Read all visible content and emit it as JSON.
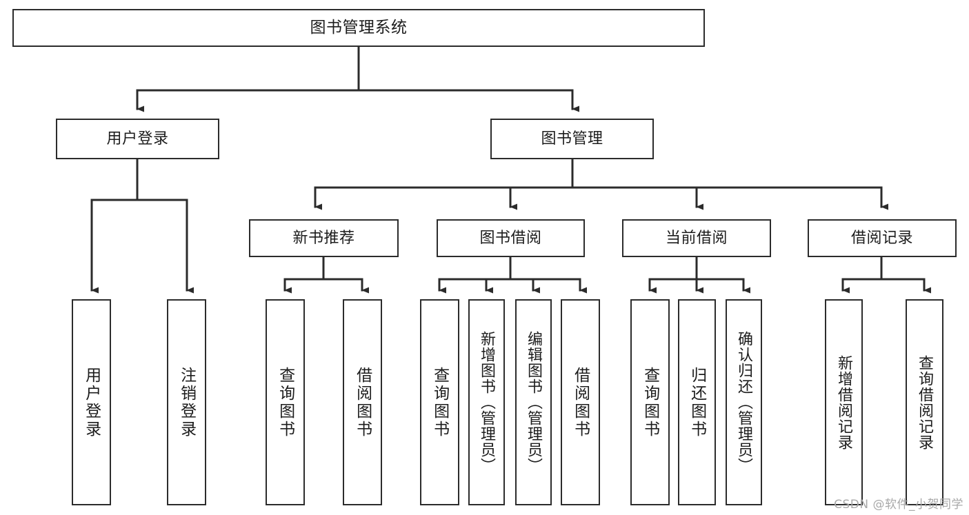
{
  "diagram": {
    "title": "图书管理系统",
    "type": "tree-hierarchy-chart",
    "watermark": "CSDN @软件_小贺同学",
    "colors": {
      "box_border": "#2b2b2b",
      "box_fill": "#ffffff",
      "connector": "#2b2b2b",
      "text": "#1c1c1c",
      "watermark": "#a8a8a8"
    }
  },
  "nodes": {
    "root": {
      "label": "图书管理系统"
    },
    "level1": [
      {
        "label": "用户登录"
      },
      {
        "label": "图书管理"
      }
    ],
    "level2": [
      {
        "label": "新书推荐"
      },
      {
        "label": "图书借阅"
      },
      {
        "label": "当前借阅"
      },
      {
        "label": "借阅记录"
      }
    ],
    "leaves": {
      "user_login": [
        {
          "label": "用户登录"
        },
        {
          "label": "注销登录"
        }
      ],
      "new_book_recommend": [
        {
          "label": "查询图书"
        },
        {
          "label": "借阅图书"
        }
      ],
      "book_borrow": [
        {
          "label": "查询图书"
        },
        {
          "label": "新增图书（管理员）"
        },
        {
          "label": "编辑图书（管理员）"
        },
        {
          "label": "借阅图书"
        }
      ],
      "current_borrow": [
        {
          "label": "查询图书"
        },
        {
          "label": "归还图书"
        },
        {
          "label": "确认归还（管理员）"
        }
      ],
      "borrow_record": [
        {
          "label": "新增借阅记录"
        },
        {
          "label": "查询借阅记录"
        }
      ]
    }
  }
}
